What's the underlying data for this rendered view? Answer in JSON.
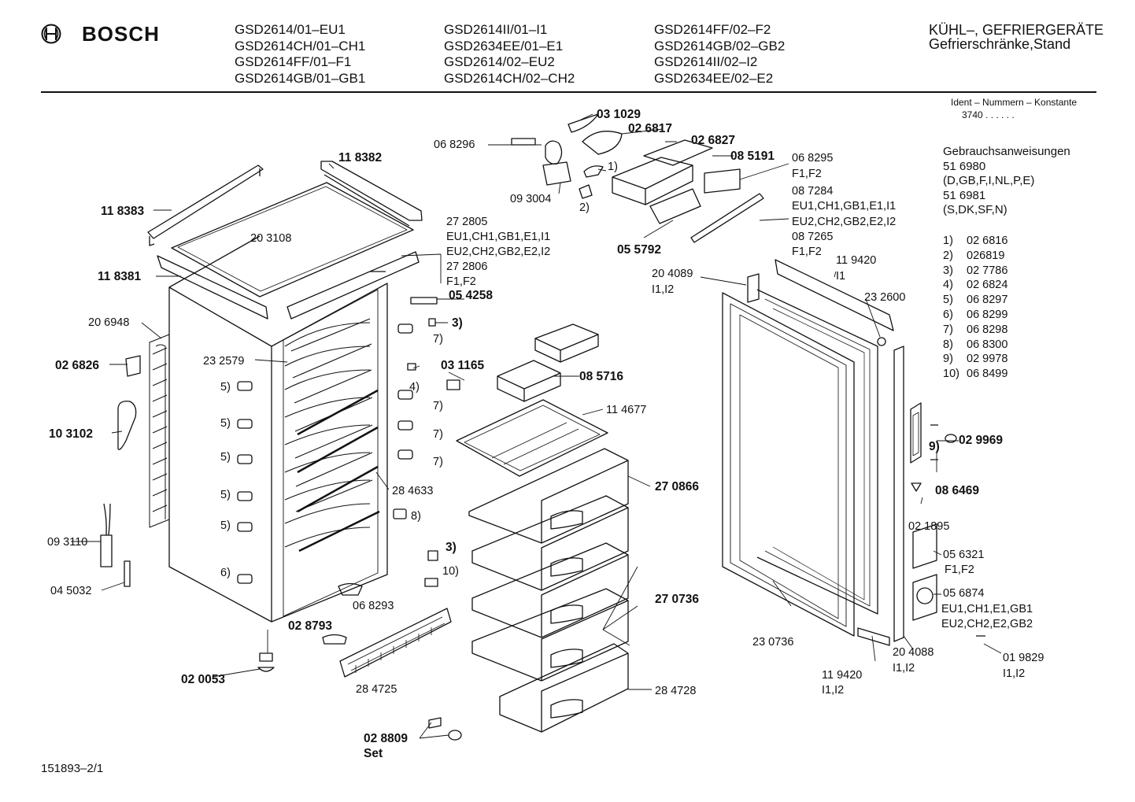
{
  "header": {
    "brand": "BOSCH",
    "models": [
      [
        "GSD2614/01–EU1",
        "GSD2614CH/01–CH1",
        "GSD2614FF/01–F1",
        "GSD2614GB/01–GB1"
      ],
      [
        "GSD2614II/01–I1",
        "GSD2634EE/01–E1",
        "GSD2614/02–EU2",
        "GSD2614CH/02–CH2"
      ],
      [
        "GSD2614FF/02–F2",
        "GSD2614GB/02–GB2",
        "GSD2614II/02–I2",
        "GSD2634EE/02–E2"
      ]
    ],
    "category_line1": "KÜHL–, GEFRIERGERÄTE",
    "category_line2": "Gefrierschränke,Stand"
  },
  "ident": {
    "title": "Ident – Nummern – Konstante",
    "value": "3740  .  .  .  .  .  ."
  },
  "manuals": [
    "Gebrauchsanweisungen",
    "51 6980",
    "(D,GB,F,I,NL,P,E)",
    "51 6981",
    "(S,DK,SF,N)"
  ],
  "notes": [
    {
      "n": "1)",
      "v": "02 6816"
    },
    {
      "n": "2)",
      "v": "026819"
    },
    {
      "n": "3)",
      "v": "02 7786"
    },
    {
      "n": "4)",
      "v": "02 6824"
    },
    {
      "n": "5)",
      "v": "06 8297"
    },
    {
      "n": "6)",
      "v": "06 8299"
    },
    {
      "n": "7)",
      "v": "06 8298"
    },
    {
      "n": "8)",
      "v": "06 8300"
    },
    {
      "n": "9)",
      "v": "02 9978"
    },
    {
      "n": "10)",
      "v": "06 8499"
    }
  ],
  "footer": "151893–2/1",
  "labels": {
    "p031029": "03 1029",
    "p026817": "02 6817",
    "p068296": "06 8296",
    "p026827": "02 6827",
    "p085191": "08 5191",
    "p068295": "06 8295",
    "pF1F2a": "F1,F2",
    "p093004": "09 3004",
    "m1": "1)",
    "m2": "2)",
    "p087284": "08 7284",
    "p087284c1": "EU1,CH1,GB1,E1,I1",
    "p087284c2": "EU2,CH2,GB2,E2,I2",
    "p087265": "08 7265",
    "pF1F2b": "F1,F2",
    "p055792": "05 5792",
    "p118382": "11 8382",
    "p118383": "11 8383",
    "p203108": "20 3108",
    "p272805": "27 2805",
    "p272805c1": "EU1,CH1,GB1,E1,I1",
    "p272805c2": "EU2,CH2,GB2,E2,I2",
    "p272806": "27 2806",
    "pF1F2c": "F1,F2",
    "p118381": "11 8381",
    "p054258": "05 4258",
    "p206948": "20 6948",
    "m3a": "3)",
    "m7a": "7)",
    "p232579": "23 2579",
    "p026826": "02 6826",
    "p031165": "03 1165",
    "m4": "4)",
    "p085716": "08 5716",
    "m5a": "5)",
    "m7b": "7)",
    "p103102": "10 3102",
    "m5b": "5)",
    "m7c": "7)",
    "m5c": "5)",
    "m7d": "7)",
    "p114677": "11 4677",
    "p270866": "27 0866",
    "p284633": "28 4633",
    "m5d": "5)",
    "m8": "8)",
    "m5e": "5)",
    "p093110": "09 3110",
    "m3b": "3)",
    "m10": "10)",
    "m6": "6)",
    "p045032": "04 5032",
    "p068293": "06 8293",
    "p270736": "27 0736",
    "p028793": "02 8793",
    "p020053": "02 0053",
    "p284725": "28 4725",
    "p284728": "28 4728",
    "p028809": "02 8809",
    "pSet": "Set",
    "p204089": "20 4089",
    "pI1I2a": "I1,I2",
    "p119420a": "11 9420",
    "pI1": "I1",
    "p232600": "23 2600",
    "p029969": "02 9969",
    "m9": "9)",
    "p086469": "08 6469",
    "p021895": "02 1895",
    "p056321": "05 6321",
    "pF1F2d": "F1,F2",
    "p056874": "05 6874",
    "p056874c1": "EU1,CH1,E1,GB1",
    "p056874c2": "EU2,CH2,E2,GB2",
    "p230736": "23 0736",
    "p204088": "20 4088",
    "pI1I2b": "I1,I2",
    "p119420b": "11 9420",
    "pI1I2c": "I1,I2",
    "p019829": "01 9829",
    "pI1I2d": "I1,I2"
  }
}
